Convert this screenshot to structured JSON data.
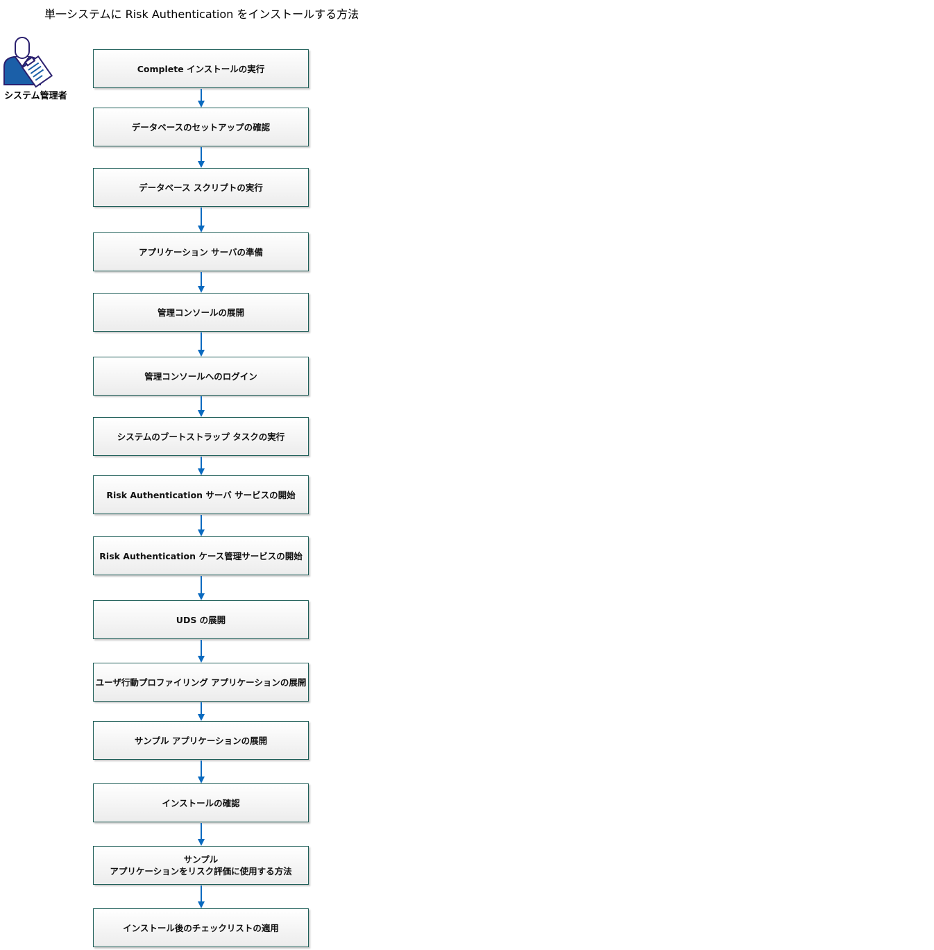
{
  "title": "単一システムに Risk Authentication をインストールする方法",
  "actor": {
    "label": "システム管理者",
    "icon": "administrator-icon"
  },
  "colors": {
    "box_border": "#1e5e58",
    "arrow": "#0a6abf"
  },
  "steps": [
    "Complete インストールの実行",
    "データベースのセットアップの確認",
    "データベース スクリプトの実行",
    "アプリケーション サーバの準備",
    "管理コンソールの展開",
    "管理コンソールへのログイン",
    "システムのブートストラップ タスクの実行",
    "Risk Authentication サーバ サービスの開始",
    "Risk Authentication ケース管理サービスの開始",
    "UDS の展開",
    "ユーザ行動プロファイリング アプリケーションの展開",
    "サンプル アプリケーションの展開",
    "インストールの確認",
    "サンプル\nアプリケーションをリスク評価に使用する方法",
    "インストール後のチェックリストの適用"
  ]
}
